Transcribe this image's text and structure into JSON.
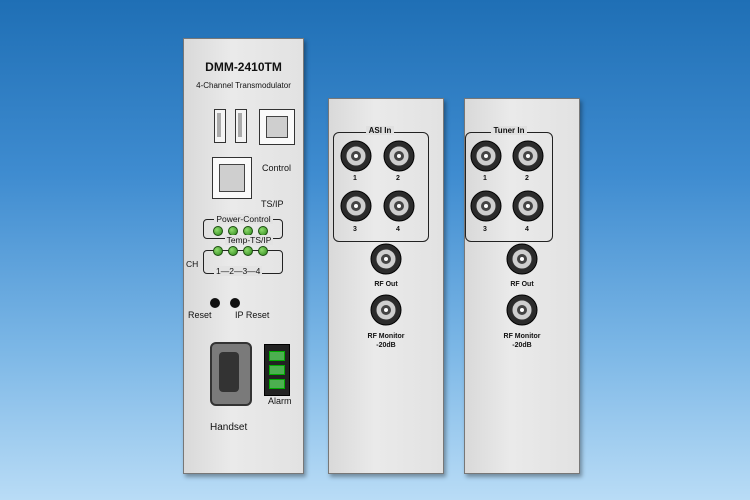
{
  "module": {
    "model": "DMM-2410TM",
    "description": "4-Channel Transmodulator",
    "ports": {
      "control": "Control",
      "tsip": "TS/IP"
    },
    "leds": {
      "power_control": "Power-Control",
      "temp_tsip": "Temp-TS/IP",
      "ch_label": "CH",
      "channels": "1—2—3—4"
    },
    "buttons": {
      "reset": "Reset",
      "ip_reset": "IP Reset"
    },
    "connectors": {
      "handset": "Handset",
      "alarm": "Alarm"
    }
  },
  "panel_asi": {
    "group_label": "ASI In",
    "inputs": [
      "1",
      "2",
      "3",
      "4"
    ],
    "rf_out": "RF Out",
    "rf_monitor": "RF Monitor",
    "rf_monitor_level": "-20dB"
  },
  "panel_tuner": {
    "group_label": "Tuner In",
    "inputs": [
      "1",
      "2",
      "3",
      "4"
    ],
    "rf_out": "RF Out",
    "rf_monitor": "RF Monitor",
    "rf_monitor_level": "-20dB"
  }
}
